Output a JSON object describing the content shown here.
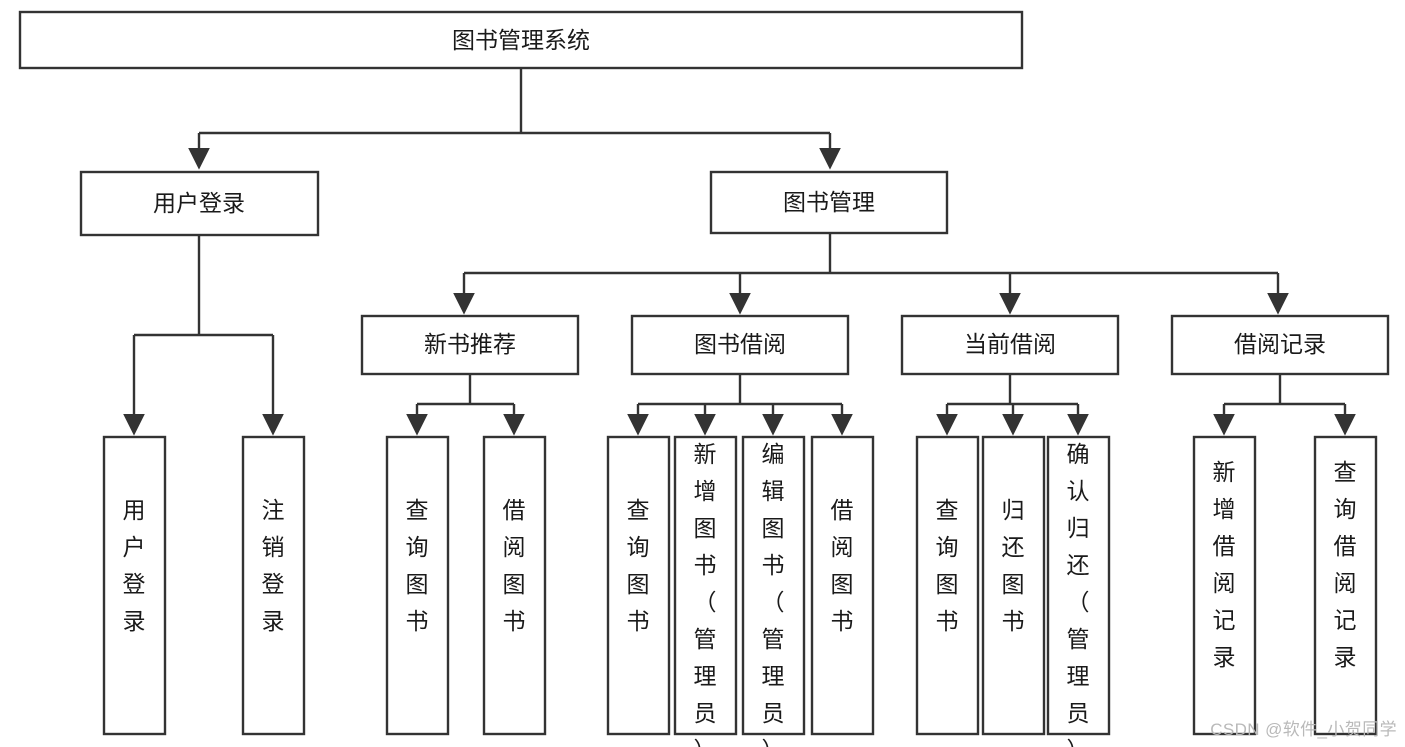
{
  "diagram": {
    "title": "图书管理系统",
    "type": "tree-hierarchy-diagram",
    "orientation": "top-down",
    "colors": {
      "background": "#ffffff",
      "node_fill": "#ffffff",
      "node_stroke": "#333333",
      "text": "#1a1a1a",
      "watermark": "#b9b9b9"
    },
    "root": {
      "label": "图书管理系统"
    },
    "level2": [
      {
        "label": "用户登录"
      },
      {
        "label": "图书管理"
      }
    ],
    "level3": [
      {
        "label": "新书推荐"
      },
      {
        "label": "图书借阅"
      },
      {
        "label": "当前借阅"
      },
      {
        "label": "借阅记录"
      }
    ],
    "leaves": {
      "user_login": [
        {
          "label": "用户登录"
        },
        {
          "label": "注销登录"
        }
      ],
      "new_book_recommend": [
        {
          "label": "查询图书"
        },
        {
          "label": "借阅图书"
        }
      ],
      "book_borrow": [
        {
          "label": "查询图书"
        },
        {
          "label": "新增图书（管理员）"
        },
        {
          "label": "编辑图书（管理员）"
        },
        {
          "label": "借阅图书"
        }
      ],
      "current_borrow": [
        {
          "label": "查询图书"
        },
        {
          "label": "归还图书"
        },
        {
          "label": "确认归还（管理员）"
        }
      ],
      "borrow_records": [
        {
          "label": "新增借阅记录"
        },
        {
          "label": "查询借阅记录"
        }
      ]
    }
  },
  "watermark": {
    "text": "CSDN @软件_小贺同学"
  }
}
